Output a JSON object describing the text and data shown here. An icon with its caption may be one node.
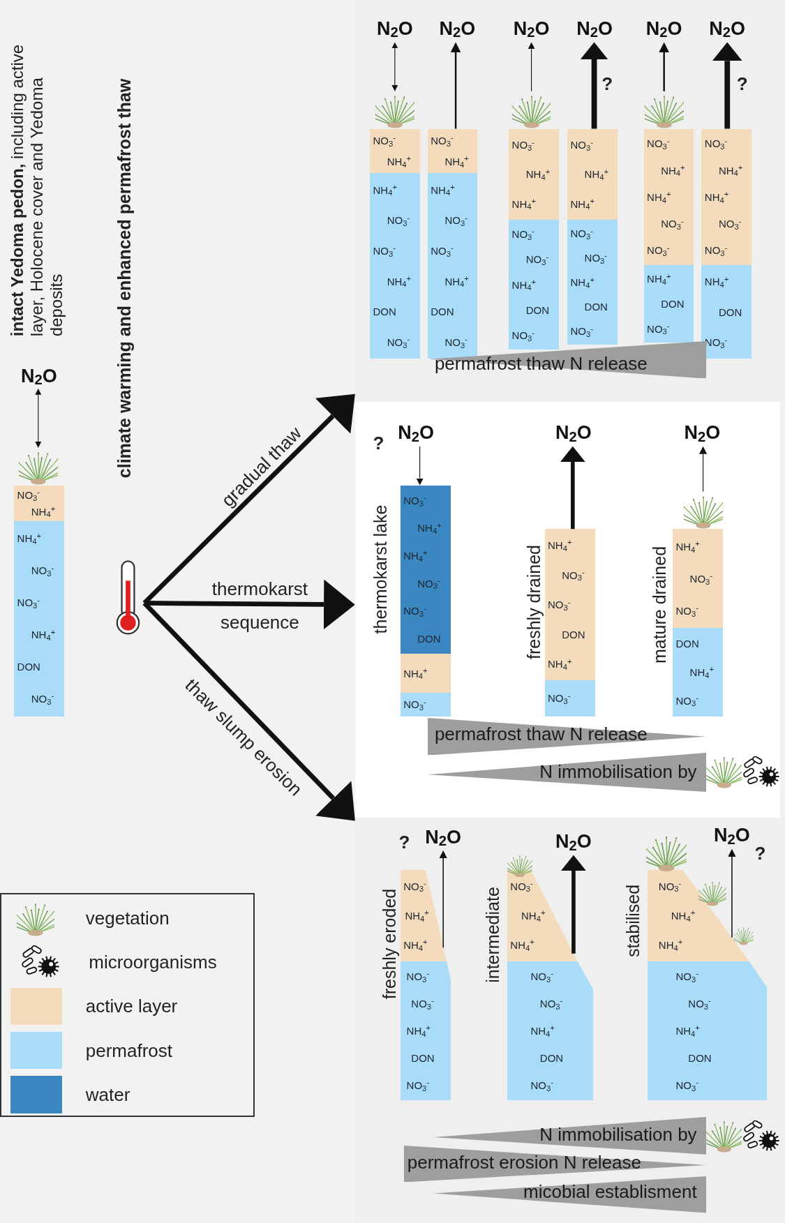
{
  "diagram": {
    "nodes": [
      {
        "text": [
          "N$_{2}$O"
        ]
      },
      {
        "text": [],
        "shape": "picture"
      },
      {
        "text": [
          "NO$_{3}$$^{-}$",
          "NH$_{4}$$^{+}$"
        ]
      },
      {
        "text": [
          "NH$_{4}$$^{+}$",
          "NO$_{3}$$^{-}$",
          "NO$_{3}$$^{-}$",
          "NH$_{4}$$^{+}$",
          "DON",
          "NO$_{3}$$^{-}$"
        ]
      },
      {
        "text": [],
        "shape": "picture"
      },
      {
        "text": [],
        "shape": "box"
      },
      {
        "text": [],
        "shape": "box"
      },
      {
        "text": [],
        "shape": "box"
      },
      {
        "text": [
          "N$_{2}$O"
        ],
        "in": 5
      },
      {
        "text": [
          "N$_{2}$O"
        ],
        "in": 5
      },
      {
        "text": [
          "N$_{2}$O"
        ],
        "in": 5
      },
      {
        "text": [
          "N$_{2}$O"
        ],
        "in": 5
      },
      {
        "text": [
          "N$_{2}$O"
        ],
        "in": 5
      },
      {
        "text": [
          "N$_{2}$O"
        ],
        "in": 5
      },
      {
        "text": [],
        "shape": "picture",
        "in": 5
      },
      {
        "text": [
          "NO$_{3}$$^{-}$",
          "NH$_{4}$$^{+}$"
        ],
        "in": 5
      },
      {
        "text": [
          "NH$_{4}$$^{+}$",
          "NO$_{3}$$^{-}$",
          "NO$_{3}$$^{-}$",
          "NH$_{4}$$^{+}$",
          "DON",
          "NO$_{3}$$^{-}$"
        ],
        "in": 5
      },
      {
        "text": [
          "NO$_{3}$$^{-}$",
          "NH$_{4}$$^{+}$"
        ],
        "in": 5
      },
      {
        "text": [
          "NH$_{4}$$^{+}$",
          "NO$_{3}$$^{-}$",
          "NO$_{3}$$^{-}$",
          "NH$_{4}$$^{+}$",
          "DON",
          "NO$_{3}$$^{-}$"
        ],
        "in": 5
      },
      {
        "text": [],
        "shape": "picture",
        "in": 5
      },
      {
        "text": [
          "NO$_{3}$$^{-}$",
          "NH$_{4}$$^{+}$",
          "NH$_{4}$$^{+}$"
        ],
        "in": 5
      },
      {
        "text": [
          "NO$_{3}$$^{-}$",
          "NO$_{3}$$^{-}$",
          "NH$_{4}$$^{+}$",
          "DON",
          "NO$_{3}$$^{-}$"
        ],
        "in": 5
      },
      {
        "text": [
          "NO$_{3}$$^{-}$",
          "NH$_{4}$$^{+}$",
          "NH$_{4}$$^{+}$"
        ],
        "in": 5
      },
      {
        "text": [
          "NO$_{3}$$^{-}$",
          "NO$_{3}$$^{-}$",
          "NH$_{4}$$^{+}$",
          "DON",
          "NO$_{3}$$^{-}$"
        ],
        "in": 5
      },
      {
        "text": [],
        "shape": "picture",
        "in": 5
      },
      {
        "text": [
          "NO$_{3}$$^{-}$",
          "NH$_{4}$$^{+}$",
          "NH$_{4}$$^{+}$",
          "NO$_{3}$$^{-}$",
          "NO$_{3}$$^{-}$"
        ],
        "in": 5
      },
      {
        "text": [
          "NH$_{4}$$^{+}$",
          "DON",
          "NO$_{3}$$^{-}$"
        ],
        "in": 5
      },
      {
        "text": [
          "NO$_{3}$$^{-}$",
          "NH$_{4}$$^{+}$",
          "NH$_{4}$$^{+}$",
          "NO$_{3}$$^{-}$",
          "NO$_{3}$$^{-}$"
        ],
        "in": 5
      },
      {
        "text": [
          "NH$_{4}$$^{+}$",
          "DON",
          "NO$_{3}$$^{-}$"
        ],
        "in": 5
      },
      {
        "text": [
          "N$_{2}$O"
        ],
        "in": 6
      },
      {
        "text": [
          "N$_{2}$O"
        ],
        "in": 6
      },
      {
        "text": [
          "N$_{2}$O"
        ],
        "in": 6
      },
      {
        "text": [
          "NO$_{3}$$^{-}$",
          "NH$_{4}$$^{+}$",
          "NH$_{4}$$^{+}$",
          "NO$_{3}$$^{-}$",
          "NO$_{3}$$^{-}$",
          "DON"
        ],
        "in": 6,
        "beside": [
          "thermokarst lake"
        ]
      },
      {
        "text": [
          "NH$_{4}$$^{+}$"
        ],
        "in": 6
      },
      {
        "text": [
          "NO$_{3}$$^{-}$"
        ],
        "in": 6
      },
      {
        "text": [
          "NH$_{4}$$^{+}$",
          "NO$_{3}$$^{-}$",
          "NO$_{3}$$^{-}$",
          "DON",
          "NH$_{4}$$^{+}$"
        ],
        "in": 6,
        "beside": [
          "freshly drained"
        ]
      },
      {
        "text": [
          "NO$_{3}$$^{-}$"
        ],
        "in": 6
      },
      {
        "text": [],
        "shape": "picture",
        "in": 6
      },
      {
        "text": [
          "NH$_{4}$$^{+}$",
          "NO$_{3}$$^{-}$",
          "NO$_{3}$$^{-}$"
        ],
        "in": 6,
        "beside": [
          "mature drained"
        ]
      },
      {
        "text": [
          "DON",
          "NH$_{4}$$^{+}$",
          "NO$_{3}$$^{-}$"
        ],
        "in": 6
      },
      {
        "text": [
          "N$_{2}$O"
        ],
        "in": 7
      },
      {
        "text": [
          "N$_{2}$O"
        ],
        "in": 7
      },
      {
        "text": [
          "N$_{2}$O"
        ],
        "in": 7
      },
      {
        "text": [
          "NO$_{3}$$^{-}$",
          "NH$_{4}$$^{+}$",
          "NH$_{4}$$^{+}$"
        ],
        "in": 7,
        "beside": [
          "freshly eroded"
        ]
      },
      {
        "text": [
          "NO$_{3}$$^{-}$",
          "NO$_{3}$$^{-}$",
          "NH$_{4}$$^{+}$",
          "DON",
          "NO$_{3}$$^{-}$"
        ],
        "in": 7
      },
      {
        "text": [
          "NO$_{3}$$^{-}$",
          "NH$_{4}$$^{+}$",
          "NH$_{4}$$^{+}$"
        ],
        "in": 7,
        "beside": [
          "intermediate"
        ]
      },
      {
        "text": [
          "NO$_{3}$$^{-}$",
          "NO$_{3}$$^{-}$",
          "NH$_{4}$$^{+}$",
          "DON",
          "NO$_{3}$$^{-}$"
        ],
        "in": 7
      },
      {
        "text": [
          "NO$_{3}$$^{-}$",
          "NH$_{4}$$^{+}$",
          "NH$_{4}$$^{+}$"
        ],
        "in": 7,
        "beside": [
          "stabilised"
        ]
      },
      {
        "text": [
          "NO$_{3}$$^{-}$",
          "NO$_{3}$$^{-}$",
          "NH$_{4}$$^{+}$",
          "DON",
          "NO$_{3}$$^{-}$"
        ],
        "in": 7
      }
    ],
    "edges": [
      {
        "from": 1,
        "to": 0,
        "arrow": "both"
      },
      {
        "from": 4,
        "to": 5,
        "arrow": "to",
        "label": "gradual thaw",
        "style": "thick"
      },
      {
        "from": 4,
        "to": 6,
        "arrow": "to",
        "label": "thermokarst sequence",
        "style": "thick"
      },
      {
        "from": 4,
        "to": 7,
        "arrow": "to",
        "label": "thaw slump erosion",
        "style": "thick"
      },
      {
        "from": 14,
        "to": 8,
        "arrow": "both"
      },
      {
        "from": 17,
        "to": 9,
        "arrow": "to"
      },
      {
        "from": 19,
        "to": 10,
        "arrow": "to"
      },
      {
        "from": 22,
        "to": 11,
        "arrow": "to",
        "style": "thick"
      },
      {
        "from": 24,
        "to": 12,
        "arrow": "to"
      },
      {
        "from": 27,
        "to": 13,
        "arrow": "to",
        "style": "thick"
      },
      {
        "from": 29,
        "to": 32,
        "arrow": "to"
      },
      {
        "from": 35,
        "to": 30,
        "arrow": "to",
        "style": "thick"
      },
      {
        "from": 37,
        "to": 31,
        "arrow": "to"
      },
      {
        "from": 43,
        "to": 40,
        "arrow": "to"
      },
      {
        "from": 45,
        "to": 41,
        "arrow": "to",
        "style": "thick"
      },
      {
        "from": 47,
        "to": 42,
        "arrow": "to"
      }
    ],
    "labels": [
      "**intact Yedoma pedon,** including active layer, Holocene cover and Yedoma deposits",
      "climate warming and enhanced permafrost thaw",
      "?",
      "?",
      "permafrost thaw N release",
      "?",
      "permafrost thaw N release",
      "N immobilisation by",
      "?",
      "?",
      "N immobilisation by",
      "permafrost erosion N release",
      "micobial establisment"
    ],
    "legend": [
      {
        "text": "vegetation"
      },
      {
        "text": "microorganisms"
      },
      {
        "text": "active layer",
        "color": "#f3dbbb"
      },
      {
        "text": "permafrost",
        "color": "#a8dcf8"
      },
      {
        "text": "water",
        "color": "#3a87c1"
      }
    ]
  }
}
